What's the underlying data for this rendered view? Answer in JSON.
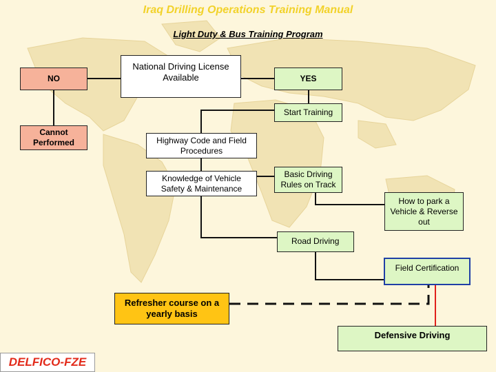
{
  "header": {
    "title": "Iraq Drilling Operations Training Manual",
    "subtitle": "Light Duty & Bus Training Program"
  },
  "nodes": {
    "no": "NO",
    "license": "National Driving License Available",
    "yes": "YES",
    "start": "Start Training",
    "cannot": "Cannot Performed",
    "highway": "Highway Code and Field Procedures",
    "knowledge": "Knowledge of Vehicle Safety & Maintenance",
    "basic": "Basic Driving Rules on Track",
    "park": "How to park a Vehicle & Reverse out",
    "road": "Road Driving",
    "certification": "Field Certification",
    "refresher": "Refresher course on a yearly basis",
    "defensive": "Defensive Driving"
  },
  "footer": {
    "logo": "DELFICO-FZE"
  },
  "colors": {
    "title": "#f2d22a",
    "no_box": "#f6b29a",
    "yes_box": "#ddf6c4",
    "refresher_box": "#ffc414",
    "certification_border": "#1f3fa6",
    "defensive_connector": "#e0201a",
    "logo_text": "#e22a1a"
  }
}
